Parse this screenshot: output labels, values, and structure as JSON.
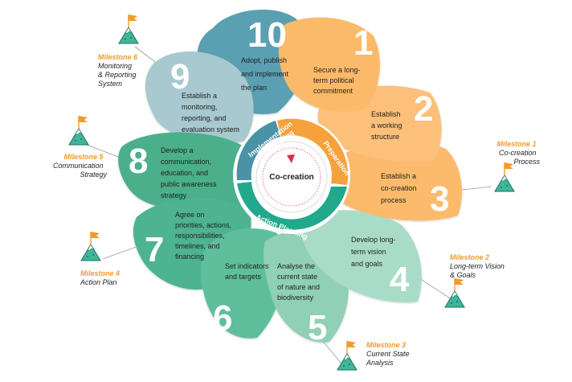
{
  "center": {
    "label": "Co-creation"
  },
  "phases": [
    {
      "label": "Preparation",
      "color": "#f5a23c"
    },
    {
      "label": "Action Planning",
      "color": "#22a88a"
    },
    {
      "label": "Implementation & Monitoring",
      "color": "#4a93a6"
    }
  ],
  "steps": [
    {
      "num": "1",
      "text": "Secure a long-term political commitment",
      "color": "#fbb96a"
    },
    {
      "num": "2",
      "text": "Establish a working structure",
      "color": "#fcc07a"
    },
    {
      "num": "3",
      "text": "Establish a co-creation process",
      "color": "#fcbb6c"
    },
    {
      "num": "4",
      "text": "Develop long-term vision and goals",
      "color": "#a9dcc8"
    },
    {
      "num": "5",
      "text": "Analyse the current state of nature and biodiversity",
      "color": "#8fd0b7"
    },
    {
      "num": "6",
      "text": "Set indicators and targets",
      "color": "#5fbf9d"
    },
    {
      "num": "7",
      "text": "Agree on priorities, actions, responsibilities, timelines, and financing",
      "color": "#4db390"
    },
    {
      "num": "8",
      "text": "Develop a communication, education, and public awareness strategy",
      "color": "#4caf8b"
    },
    {
      "num": "9",
      "text": "Establish a monitoring, reporting, and evaluation system",
      "color": "#a7c9cf"
    },
    {
      "num": "10",
      "text": "Adopt, publish and implement the plan",
      "color": "#5a9fb2"
    }
  ],
  "milestones": [
    {
      "title": "Milestone 1",
      "name": "Co-creation Process"
    },
    {
      "title": "Milestone 2",
      "name": "Long-term Vision & Goals"
    },
    {
      "title": "Milestone 3",
      "name": "Current State Analysis"
    },
    {
      "title": "Milestone 4",
      "name": "Action Plan"
    },
    {
      "title": "Milestone 5",
      "name": "Communication Strategy"
    },
    {
      "title": "Milestone 6",
      "name": "Monitoring & Reporting System"
    }
  ]
}
